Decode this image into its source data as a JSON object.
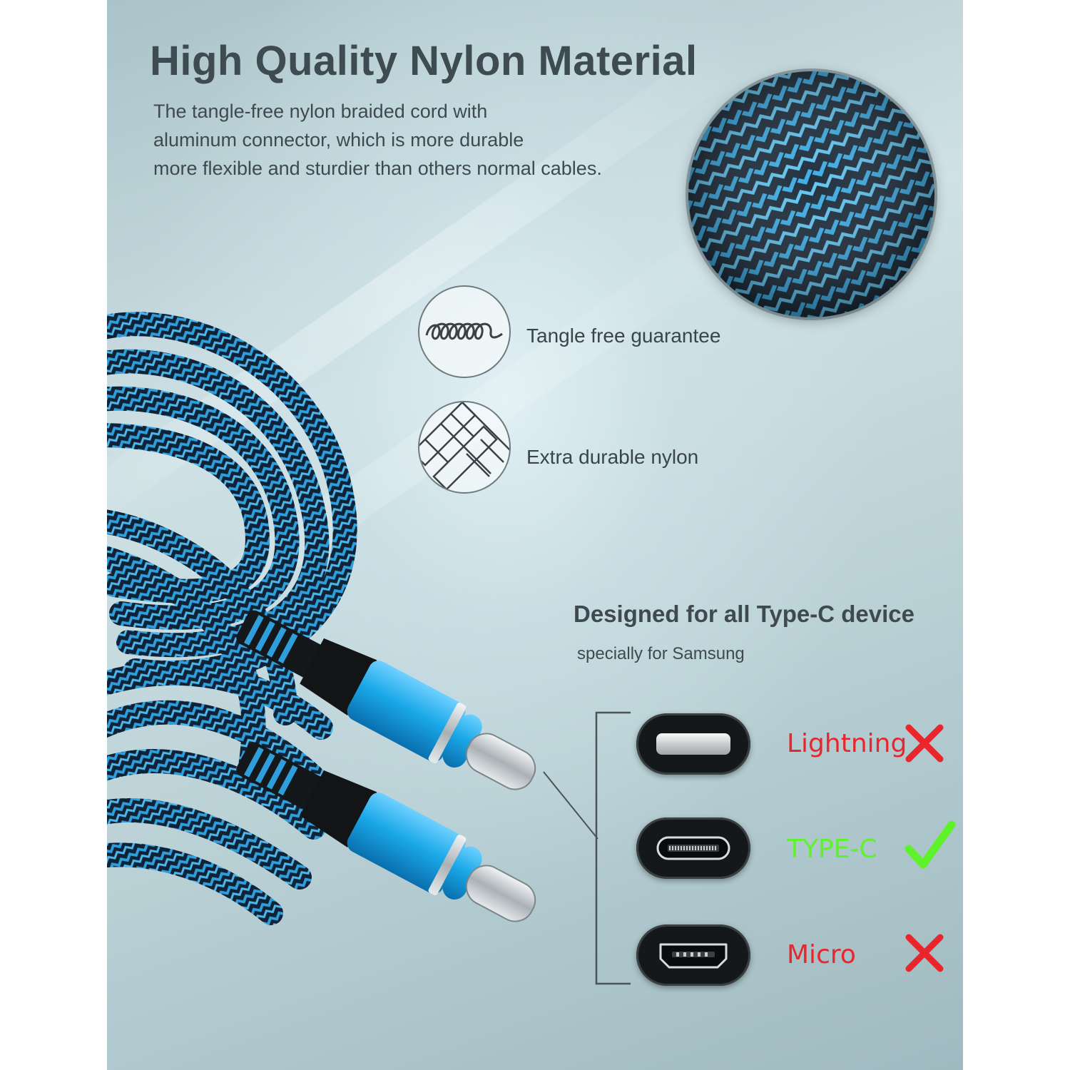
{
  "headline": "High Quality Nylon Material",
  "description_lines": [
    "The tangle-free nylon braided cord with",
    "aluminum connector, which is more durable",
    "more flexible and sturdier than others normal cables."
  ],
  "features": [
    {
      "icon": "coil-icon",
      "label": "Tangle free guarantee"
    },
    {
      "icon": "weave-icon",
      "label": "Extra durable nylon"
    }
  ],
  "compatibility": {
    "title": "Designed for all Type-C device",
    "subtitle": "specially for Samsung",
    "ports": [
      {
        "label": "Lightning",
        "status": "incompatible",
        "color": "#e8262c"
      },
      {
        "label": "TYPE-C",
        "status": "compatible",
        "color": "#5ef22a"
      },
      {
        "label": "Micro",
        "status": "incompatible",
        "color": "#e8262c"
      }
    ]
  },
  "colors": {
    "braid_light": "#2f9ed8",
    "braid_dark": "#0f2236",
    "connector_blue": "#1aa8e8",
    "text_dark": "#3e4b51"
  }
}
